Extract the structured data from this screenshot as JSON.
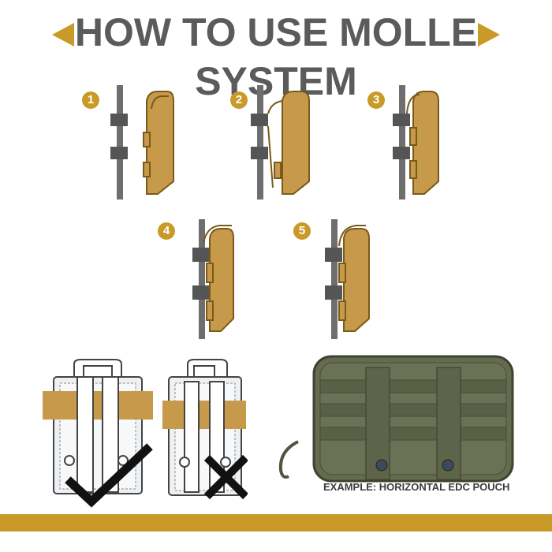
{
  "title": "HOW TO USE MOLLE SYSTEM",
  "colors": {
    "accent": "#c99a28",
    "title": "#5b5b5b",
    "pouch_fill": "#c69a4a",
    "strap_gray": "#6e6e6e",
    "olive": "#5d6448"
  },
  "icons": {
    "left": "triangle-left-icon",
    "right": "triangle-right-icon"
  },
  "steps": [
    {
      "number": "1"
    },
    {
      "number": "2"
    },
    {
      "number": "3"
    },
    {
      "number": "4"
    },
    {
      "number": "5"
    }
  ],
  "comparison": {
    "correct_icon": "checkmark-icon",
    "wrong_icon": "x-mark-icon"
  },
  "example_caption": "EXAMPLE: HORIZONTAL EDC POUCH"
}
